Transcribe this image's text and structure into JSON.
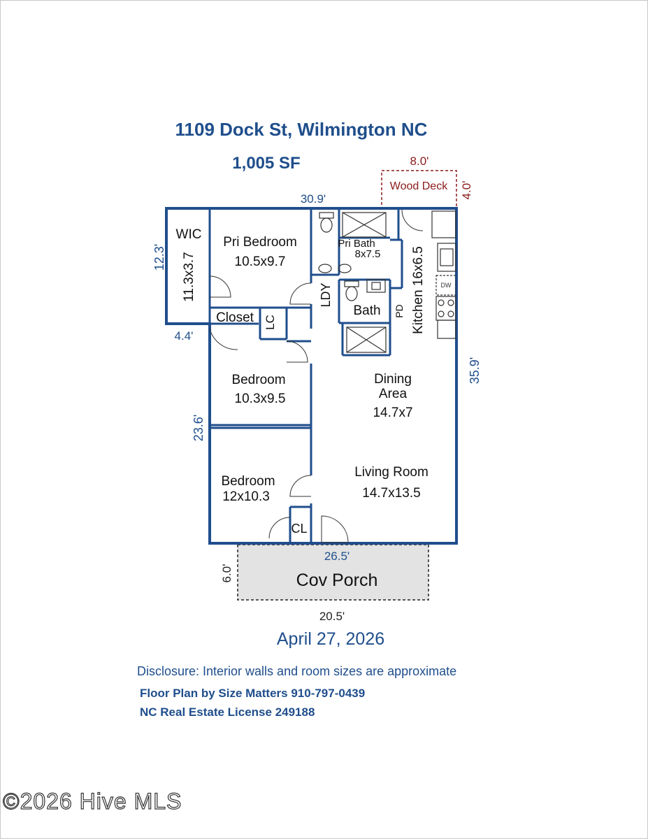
{
  "header": {
    "address": "1109 Dock St, Wilmington NC",
    "area": "1,005 SF"
  },
  "dimensions": {
    "deck_width": "8.0'",
    "deck_depth": "4.0'",
    "top_width": "30.9'",
    "wic_height": "12.3'",
    "wic_width": "4.4'",
    "left_height": "23.6'",
    "right_height": "35.9'",
    "bottom_width": "26.5'",
    "porch_depth": "6.0'",
    "porch_width": "20.5'"
  },
  "rooms": {
    "wood_deck": "Wood Deck",
    "wic_label": "WIC",
    "wic_size": "11.3x3.7",
    "pri_bedroom_label": "Pri Bedroom",
    "pri_bedroom_size": "10.5x9.7",
    "pri_bath_label": "Pri Bath",
    "pri_bath_size": "8x7.5",
    "ldy": "LDY",
    "bath": "Bath",
    "pd": "PD",
    "kitchen": "Kitchen 16x6.5",
    "dw": "DW",
    "closet": "Closet",
    "lc": "LC",
    "bedroom2_label": "Bedroom",
    "bedroom2_size": "10.3x9.5",
    "dining_label_1": "Dining",
    "dining_label_2": "Area",
    "dining_size": "14.7x7",
    "living_label": "Living Room",
    "living_size": "14.7x13.5",
    "bedroom3_label": "Bedroom",
    "bedroom3_size": "12x10.3",
    "cl": "CL",
    "porch": "Cov Porch"
  },
  "footer": {
    "date": "April 27, 2026",
    "disclosure": "Disclosure: Interior walls and room sizes are approximate",
    "company": "Floor Plan by Size Matters 910-797-0439",
    "license": "NC Real Estate License 249188",
    "watermark": "©2026 Hive MLS"
  },
  "colors": {
    "wall": "#1f4e8c",
    "dimension_text": "#1f4e8c",
    "deck": "#8b1a1a",
    "porch_fill": "#e3e3e3"
  }
}
